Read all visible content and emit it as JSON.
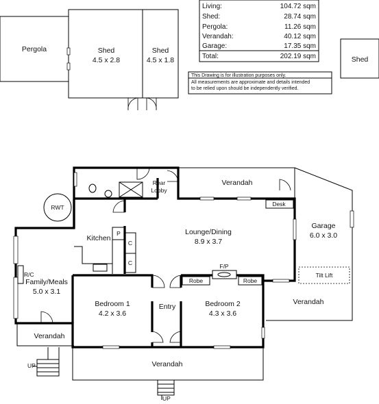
{
  "areas": [
    {
      "label": "Living:",
      "value": "104.72 sqm"
    },
    {
      "label": "Shed:",
      "value": "28.74 sqm"
    },
    {
      "label": "Pergola:",
      "value": "11.26 sqm"
    },
    {
      "label": "Verandah:",
      "value": "40.12 sqm"
    },
    {
      "label": "Garage:",
      "value": "17.35 sqm"
    }
  ],
  "total": {
    "label": "Total:",
    "value": "202.19 sqm"
  },
  "disclaimer": {
    "line1": "This Drawing is for illustration purposes only.",
    "line2": "All measurements are approximate and details intended",
    "line3": "to be relied upon should be independently verified."
  },
  "outbuildings": {
    "pergola": "Pergola",
    "shed_main": {
      "name": "Shed",
      "dims": "4.5 x 2.8"
    },
    "shed_small": {
      "name": "Shed",
      "dims": "4.5 x 1.8"
    },
    "shed_detached": "Shed"
  },
  "rooms": {
    "verandah_top": "Verandah",
    "rear_lobby_1": "Rear",
    "rear_lobby_2": "Lobby",
    "rwt": "RWT",
    "desk": "Desk",
    "kitchen": "Kitchen",
    "pantry": "P",
    "cupboard_1": "C",
    "cupboard_2": "C",
    "lounge": {
      "name": "Lounge/Dining",
      "dims": "8.9 x 3.7"
    },
    "garage": {
      "name": "Garage",
      "dims": "6.0 x 3.0"
    },
    "tilt_lift": "Tilt Lift",
    "fireplace": "F/P",
    "robe_1": "Robe",
    "robe_2": "Robe",
    "rc": "R/C",
    "family": {
      "name": "Family/Meals",
      "dims": "5.0 x 3.1"
    },
    "bedroom1": {
      "name": "Bedroom 1",
      "dims": "4.2 x 3.6"
    },
    "entry": "Entry",
    "bedroom2": {
      "name": "Bedroom 2",
      "dims": "4.3 x 3.6"
    },
    "verandah_right": "Verandah",
    "verandah_left": "Verandah",
    "verandah_front": "Verandah",
    "up_left": "UP",
    "up_bottom": "UP"
  }
}
